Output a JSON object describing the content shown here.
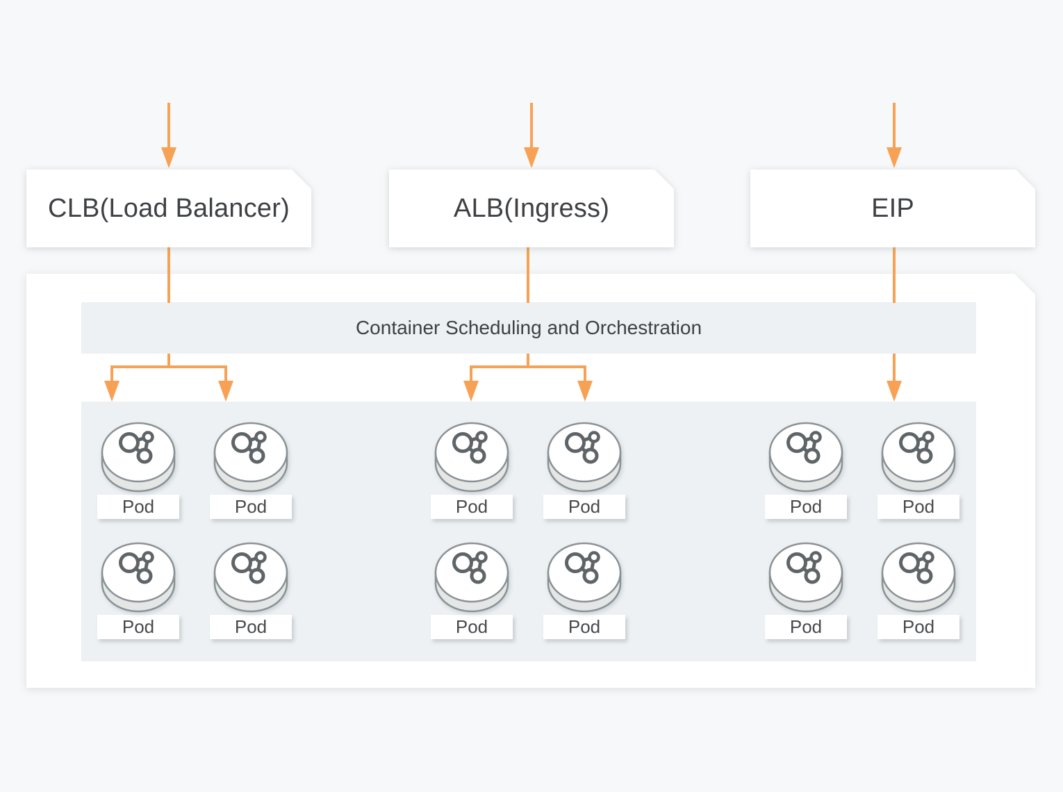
{
  "colors": {
    "page_bg": "#f7f8f9",
    "accent_orange": "#f7a155",
    "panel_bg": "#edf1f3",
    "title_text": "#3e4043",
    "pod_text": "#48494b",
    "cylinder_stroke": "#8a9195",
    "cylinder_side_fill": "#e4e7e6",
    "molecule_stroke": "#5e6467"
  },
  "entry_nodes": [
    {
      "id": "clb",
      "label": "CLB(Load Balancer)"
    },
    {
      "id": "alb",
      "label": "ALB(Ingress)"
    },
    {
      "id": "eip",
      "label": "EIP"
    }
  ],
  "scheduler": {
    "label": "Container Scheduling and Orchestration"
  },
  "pod_groups": [
    {
      "id": "clb-pods",
      "pod_labels": [
        "Pod",
        "Pod",
        "Pod",
        "Pod"
      ]
    },
    {
      "id": "alb-pods",
      "pod_labels": [
        "Pod",
        "Pod",
        "Pod",
        "Pod"
      ]
    },
    {
      "id": "eip-pods",
      "pod_labels": [
        "Pod",
        "Pod",
        "Pod",
        "Pod"
      ]
    }
  ]
}
